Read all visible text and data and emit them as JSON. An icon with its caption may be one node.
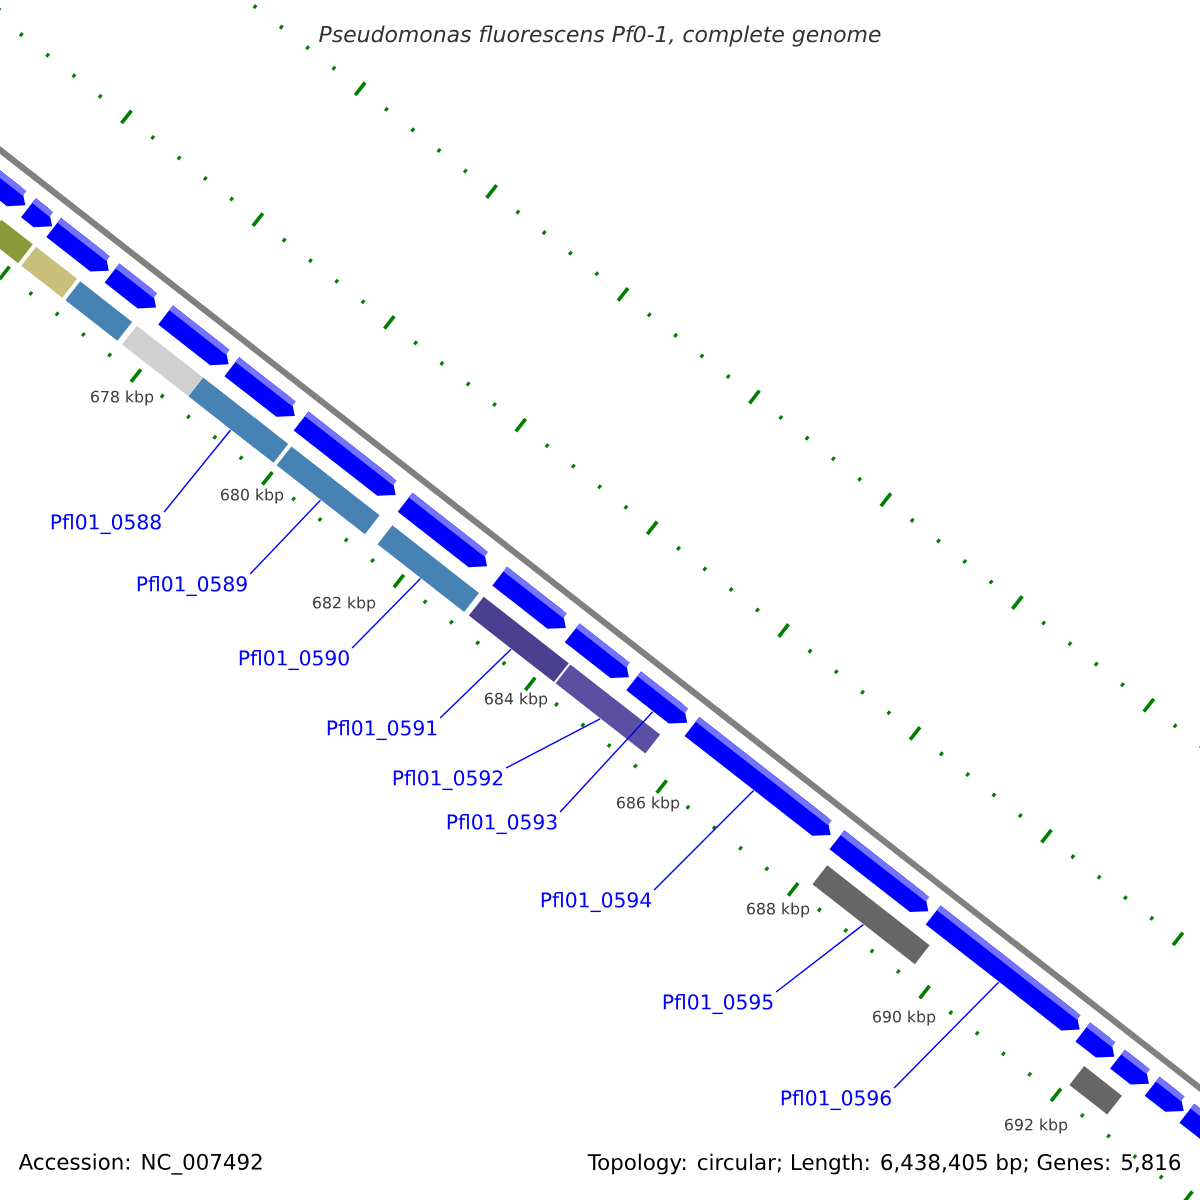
{
  "diagram": {
    "title": "Pseudomonas fluorescens Pf0-1, complete genome",
    "nodes": [
      {
        "text": [
          "Pfl01_0588"
        ]
      },
      {
        "text": [
          "Pfl01_0589"
        ]
      },
      {
        "text": [
          "Pfl01_0590"
        ]
      },
      {
        "text": [
          "Pfl01_0591"
        ]
      },
      {
        "text": [
          "Pfl01_0592"
        ]
      },
      {
        "text": [
          "Pfl01_0593"
        ]
      },
      {
        "text": [
          "Pfl01_0594"
        ]
      },
      {
        "text": [
          "Pfl01_0595"
        ]
      },
      {
        "text": [
          "Pfl01_0596"
        ]
      },
      {
        "text": [],
        "shape": "bar"
      },
      {
        "text": [],
        "shape": "bar"
      },
      {
        "text": [],
        "shape": "bar"
      },
      {
        "text": [],
        "shape": "bar"
      },
      {
        "text": [],
        "shape": "bar"
      },
      {
        "text": [],
        "shape": "pentagon"
      },
      {
        "text": [],
        "shape": "pentagon"
      },
      {
        "text": [],
        "shape": "bar"
      },
      {
        "text": [],
        "shape": "pentagon"
      },
      {
        "text": [],
        "shape": "bar"
      },
      {
        "text": [],
        "shape": "bar"
      },
      {
        "text": [],
        "shape": "bar"
      },
      {
        "text": [],
        "shape": "bar"
      },
      {
        "text": [],
        "shape": "bar"
      },
      {
        "text": [],
        "shape": "pentagon"
      },
      {
        "text": [],
        "shape": "pentagon"
      },
      {
        "text": [],
        "shape": "pentagon"
      },
      {
        "text": [],
        "shape": "pentagon"
      },
      {
        "text": [],
        "shape": "pentagon"
      },
      {
        "text": [],
        "shape": "pentagon"
      },
      {
        "text": [],
        "shape": "pentagon"
      },
      {
        "text": [],
        "shape": "pentagon"
      },
      {
        "text": [],
        "shape": "pentagon"
      },
      {
        "text": [],
        "shape": "pentagon"
      },
      {
        "text": [],
        "shape": "pentagon"
      },
      {
        "text": [],
        "shape": "pentagon"
      },
      {
        "text": [],
        "shape": "pentagon"
      },
      {
        "text": [],
        "shape": "pentagon"
      },
      {
        "text": [],
        "shape": "pentagon"
      }
    ],
    "edges": [
      {
        "from": 0,
        "to": 9,
        "arrow": "none"
      },
      {
        "from": 1,
        "to": 10,
        "arrow": "none"
      },
      {
        "from": 2,
        "to": 11,
        "arrow": "none"
      },
      {
        "from": 3,
        "to": 12,
        "arrow": "none"
      },
      {
        "from": 4,
        "to": 13,
        "arrow": "none"
      },
      {
        "from": 5,
        "to": 14,
        "arrow": "none"
      },
      {
        "from": 6,
        "to": 15,
        "arrow": "none"
      },
      {
        "from": 7,
        "to": 16,
        "arrow": "none"
      },
      {
        "from": 8,
        "to": 17,
        "arrow": "none"
      }
    ],
    "labels": [
      "678 kbp",
      "680 kbp",
      "682 kbp",
      "684 kbp",
      "686 kbp",
      "688 kbp",
      "690 kbp",
      "692 kbp",
      "Accession: NC_007492",
      "Topology: circular; Length: 6,438,405 bp; Genes: 5,816"
    ]
  }
}
